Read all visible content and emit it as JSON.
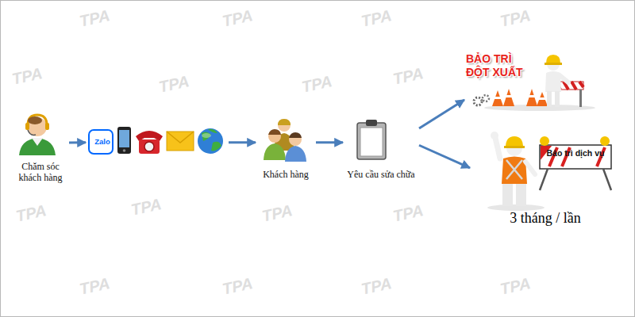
{
  "diagram": {
    "nodes": [
      {
        "text": [
          "Chăm sóc khách hàng"
        ]
      },
      {
        "text": [
          "Zalo"
        ]
      },
      {
        "text": [
          "Khách hàng"
        ]
      },
      {
        "text": [
          "Yêu cầu sửa chữa"
        ]
      },
      {
        "text": [
          "BẢO TRÌ ĐỘT XUẤT"
        ]
      },
      {
        "text": [
          "Bảo trì dịch vụ",
          "3 tháng / lần"
        ]
      }
    ],
    "edges": [
      {
        "from": 0,
        "to": 1,
        "arrow": "to"
      },
      {
        "from": 1,
        "to": 2,
        "arrow": "to"
      },
      {
        "from": 2,
        "to": 3,
        "arrow": "to"
      },
      {
        "from": 3,
        "to": 4,
        "arrow": "to"
      },
      {
        "from": 3,
        "to": 5,
        "arrow": "to"
      }
    ],
    "labels": [
      "TPA",
      "TPA",
      "TPA",
      "TPA",
      "TPA",
      "TPA",
      "TPA",
      "TPA",
      "TPA",
      "TPA",
      "TPA",
      "TPA",
      "TPA",
      "TPA",
      "TPA",
      "TPA"
    ]
  }
}
